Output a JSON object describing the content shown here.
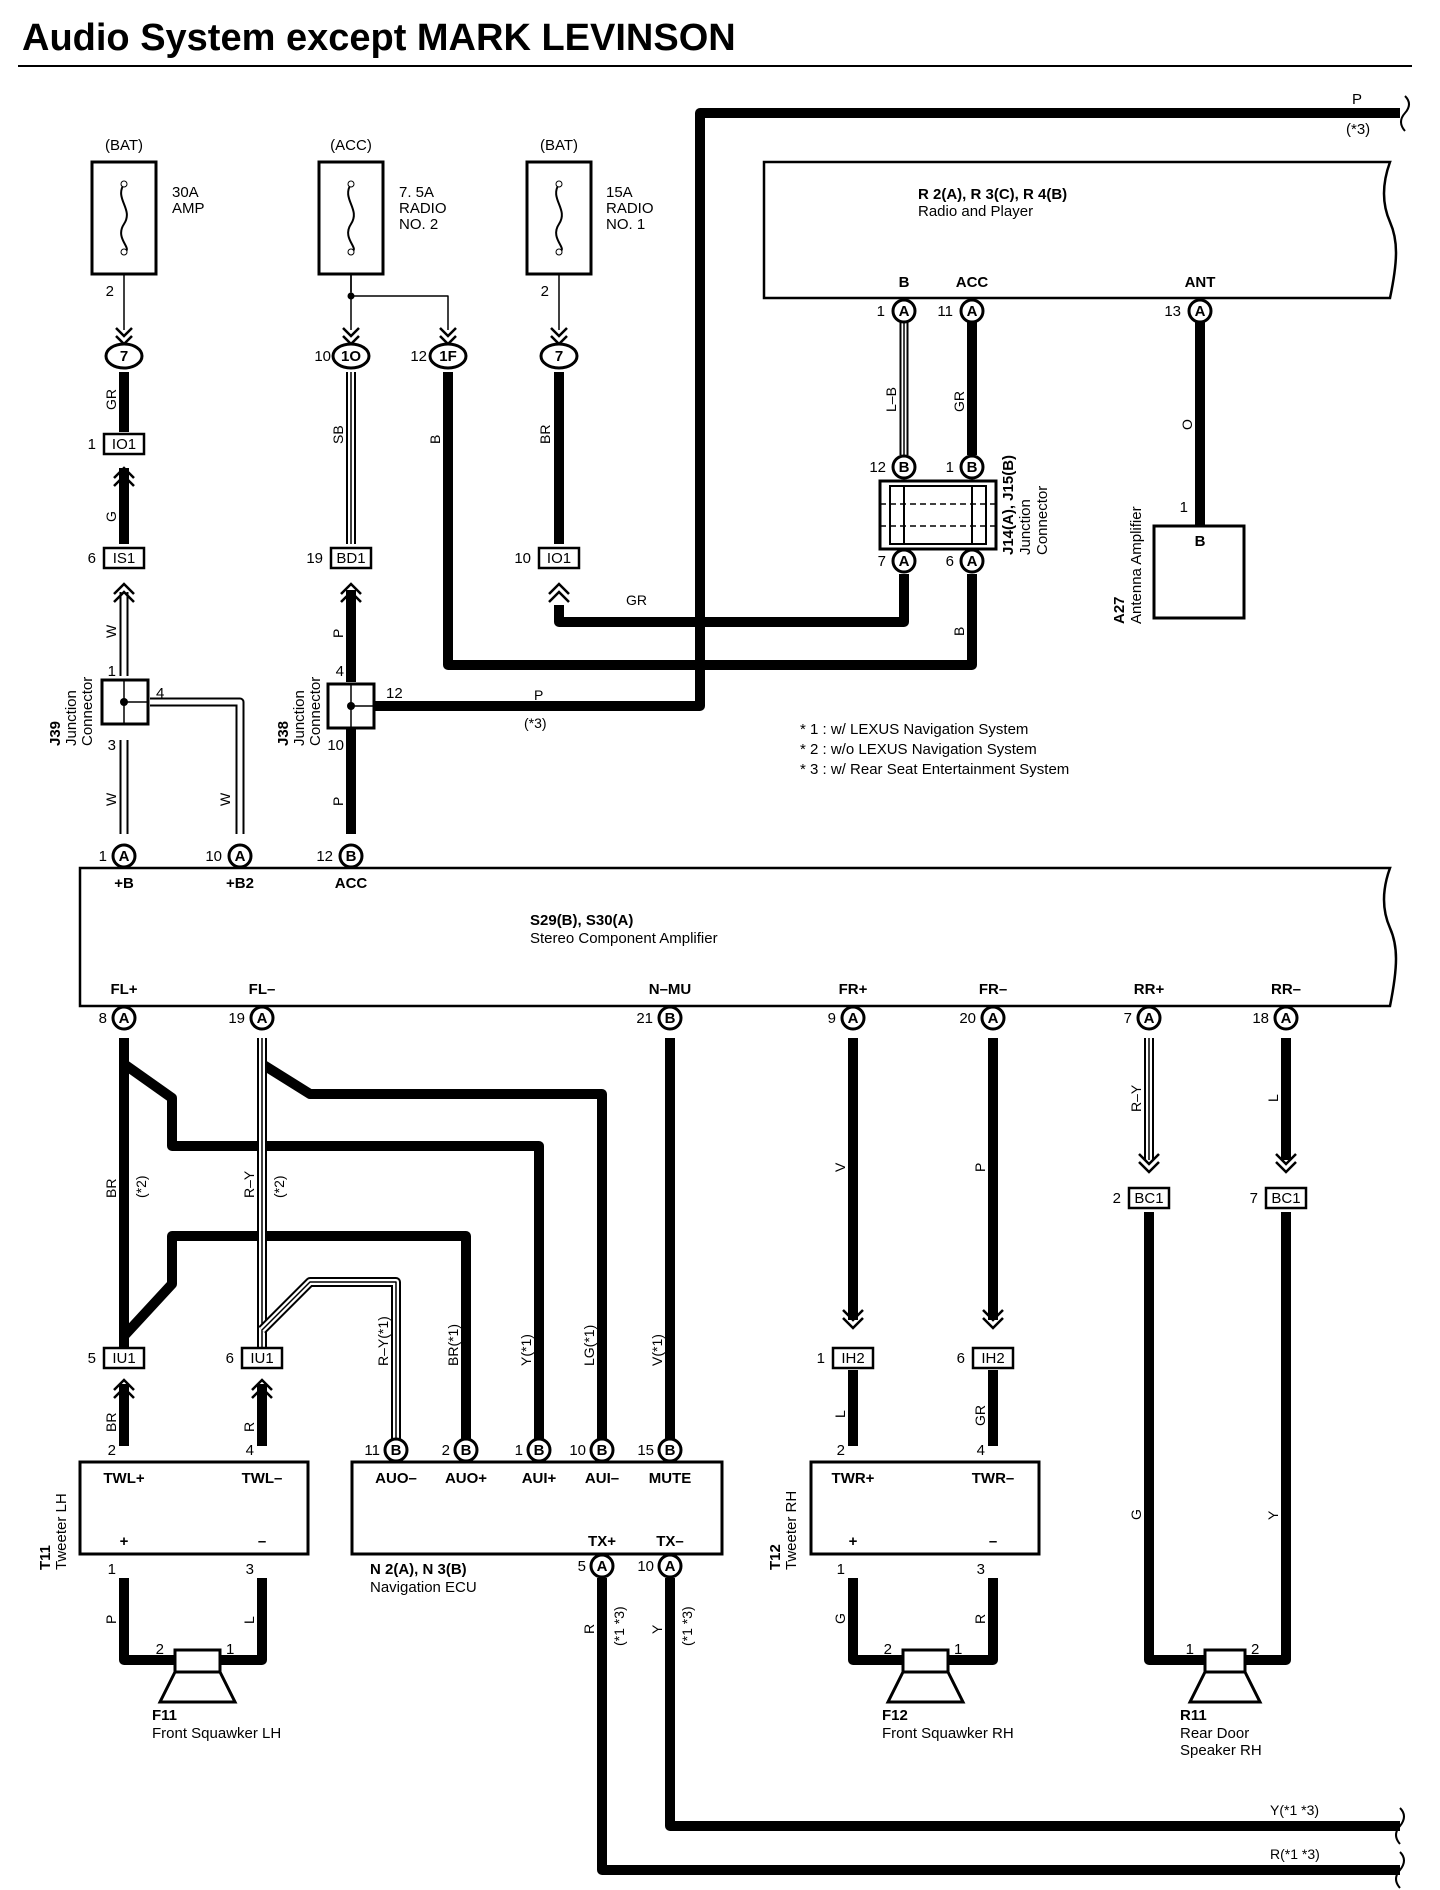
{
  "title": "Audio System except MARK LEVINSON",
  "fuses": [
    {
      "id": "fuse-30a-amp",
      "supply": "(BAT)",
      "rating": "30A",
      "name1": "AMP",
      "name2": "",
      "pin": "2",
      "ref": "7"
    },
    {
      "id": "fuse-7-5a-radio-2",
      "supply": "(ACC)",
      "rating": "7. 5A",
      "name1": "RADIO",
      "name2": "NO. 2",
      "pin": "10",
      "ref": "1O"
    },
    {
      "id": "fuse-15a-radio-1",
      "supply": "(BAT)",
      "rating": "15A",
      "name1": "RADIO",
      "name2": "NO. 1",
      "pin": "2",
      "ref": "7"
    }
  ],
  "branch_ref": {
    "pin": "12",
    "ref": "1F"
  },
  "radio": {
    "name": "R 2(A), R 3(C), R 4(B)",
    "desc": "Radio and Player",
    "pins": [
      {
        "label": "B",
        "num": "1",
        "conn": "A"
      },
      {
        "label": "ACC",
        "num": "11",
        "conn": "A"
      },
      {
        "label": "ANT",
        "num": "13",
        "conn": "A"
      }
    ]
  },
  "top_wire": {
    "color": "P",
    "note": "(*3)"
  },
  "junction_j14": {
    "name": "J14(A), J15(B)",
    "desc1": "Junction",
    "desc2": "Connector",
    "pins": [
      {
        "num": "12",
        "conn": "B"
      },
      {
        "num": "1",
        "conn": "B"
      },
      {
        "num": "7",
        "conn": "A"
      },
      {
        "num": "6",
        "conn": "A"
      }
    ]
  },
  "antenna_amp": {
    "name": "A27",
    "desc": "Antenna Amplifier",
    "pin": "1",
    "letter": "B"
  },
  "junction_j39": {
    "name": "J39",
    "desc1": "Junction",
    "desc2": "Connector",
    "pins": [
      "1",
      "4",
      "3"
    ]
  },
  "junction_j38": {
    "name": "J38",
    "desc1": "Junction",
    "desc2": "Connector",
    "pins": [
      "4",
      "12",
      "10"
    ]
  },
  "inline_connectors": [
    {
      "id": "io1-a",
      "num": "1",
      "label": "IO1"
    },
    {
      "id": "is1",
      "num": "6",
      "label": "IS1"
    },
    {
      "id": "bd1",
      "num": "19",
      "label": "BD1"
    },
    {
      "id": "io1-b",
      "num": "10",
      "label": "IO1"
    },
    {
      "id": "iu1-a",
      "num": "5",
      "label": "IU1"
    },
    {
      "id": "iu1-b",
      "num": "6",
      "label": "IU1"
    },
    {
      "id": "ih2-a",
      "num": "1",
      "label": "IH2"
    },
    {
      "id": "ih2-b",
      "num": "6",
      "label": "IH2"
    },
    {
      "id": "bc1-a",
      "num": "2",
      "label": "BC1"
    },
    {
      "id": "bc1-b",
      "num": "7",
      "label": "BC1"
    }
  ],
  "wire_colors": {
    "gr1": "GR",
    "g1": "G",
    "w1": "W",
    "w2": "W",
    "w3": "W",
    "sb": "SB",
    "p1": "P",
    "p2": "P",
    "b1": "B",
    "br1": "BR",
    "lb": "L–B",
    "gr2": "GR",
    "o": "O",
    "gr3": "GR",
    "b2": "B",
    "p3": "P",
    "p3note": "(*3)",
    "br2": "BR",
    "br2note": "(*2)",
    "ry1": "R–Y",
    "ry1note": "(*2)",
    "ry1b": "R–Y(*1)",
    "br1b": "BR(*1)",
    "y1": "Y(*1)",
    "lg1": "LG(*1)",
    "v1": "V(*1)",
    "v": "V",
    "p4": "P",
    "ry2": "R–Y",
    "l1": "L",
    "br3": "BR",
    "r1": "R",
    "l2": "L",
    "gr4": "GR",
    "g2": "G",
    "y2": "Y",
    "p5": "P",
    "l3": "L",
    "g3": "G",
    "r2": "R",
    "r3": "R",
    "r3note": "(*1 *3)",
    "y3": "Y",
    "y3note": "(*1 *3)",
    "yout": "Y(*1 *3)",
    "rout": "R(*1 *3)"
  },
  "notes": [
    "* 1 : w/ LEXUS Navigation System",
    "* 2 : w/o LEXUS Navigation System",
    "* 3 : w/ Rear Seat Entertainment System"
  ],
  "amplifier": {
    "name": "S29(B), S30(A)",
    "desc": "Stereo Component Amplifier",
    "top_pins": [
      {
        "num": "1",
        "conn": "A",
        "label": "+B"
      },
      {
        "num": "10",
        "conn": "A",
        "label": "+B2"
      },
      {
        "num": "12",
        "conn": "B",
        "label": "ACC"
      }
    ],
    "bottom_pins": [
      {
        "num": "8",
        "conn": "A",
        "label": "FL+"
      },
      {
        "num": "19",
        "conn": "A",
        "label": "FL–"
      },
      {
        "num": "21",
        "conn": "B",
        "label": "N–MU"
      },
      {
        "num": "9",
        "conn": "A",
        "label": "FR+"
      },
      {
        "num": "20",
        "conn": "A",
        "label": "FR–"
      },
      {
        "num": "7",
        "conn": "A",
        "label": "RR+"
      },
      {
        "num": "18",
        "conn": "A",
        "label": "RR–"
      }
    ]
  },
  "tweeter_lh": {
    "name": "T11",
    "desc": "Tweeter LH",
    "pins": [
      {
        "num": "2",
        "label": "TWL+"
      },
      {
        "num": "4",
        "label": "TWL–"
      }
    ],
    "plus": "+",
    "minus": "–",
    "bpins": [
      "1",
      "3"
    ]
  },
  "nav_ecu": {
    "name": "N 2(A), N 3(B)",
    "desc": "Navigation ECU",
    "pins": [
      {
        "num": "11",
        "conn": "B",
        "label": "AUO–"
      },
      {
        "num": "2",
        "conn": "B",
        "label": "AUO+"
      },
      {
        "num": "1",
        "conn": "B",
        "label": "AUI+"
      },
      {
        "num": "10",
        "conn": "B",
        "label": "AUI–"
      },
      {
        "num": "15",
        "conn": "B",
        "label": "MUTE"
      }
    ],
    "tx": [
      {
        "num": "5",
        "conn": "A",
        "label": "TX+"
      },
      {
        "num": "10",
        "conn": "A",
        "label": "TX–"
      }
    ]
  },
  "tweeter_rh": {
    "name": "T12",
    "desc": "Tweeter RH",
    "pins": [
      {
        "num": "2",
        "label": "TWR+"
      },
      {
        "num": "4",
        "label": "TWR–"
      }
    ],
    "plus": "+",
    "minus": "–",
    "bpins": [
      "1",
      "3"
    ]
  },
  "speakers": [
    {
      "id": "f11",
      "name": "F11",
      "desc": "Front Squawker LH",
      "desc2": "",
      "p1": "2",
      "p2": "1"
    },
    {
      "id": "f12",
      "name": "F12",
      "desc": "Front Squawker RH",
      "desc2": "",
      "p1": "2",
      "p2": "1"
    },
    {
      "id": "r11",
      "name": "R11",
      "desc": "Rear Door",
      "desc2": "Speaker RH",
      "p1": "1",
      "p2": "2"
    }
  ]
}
